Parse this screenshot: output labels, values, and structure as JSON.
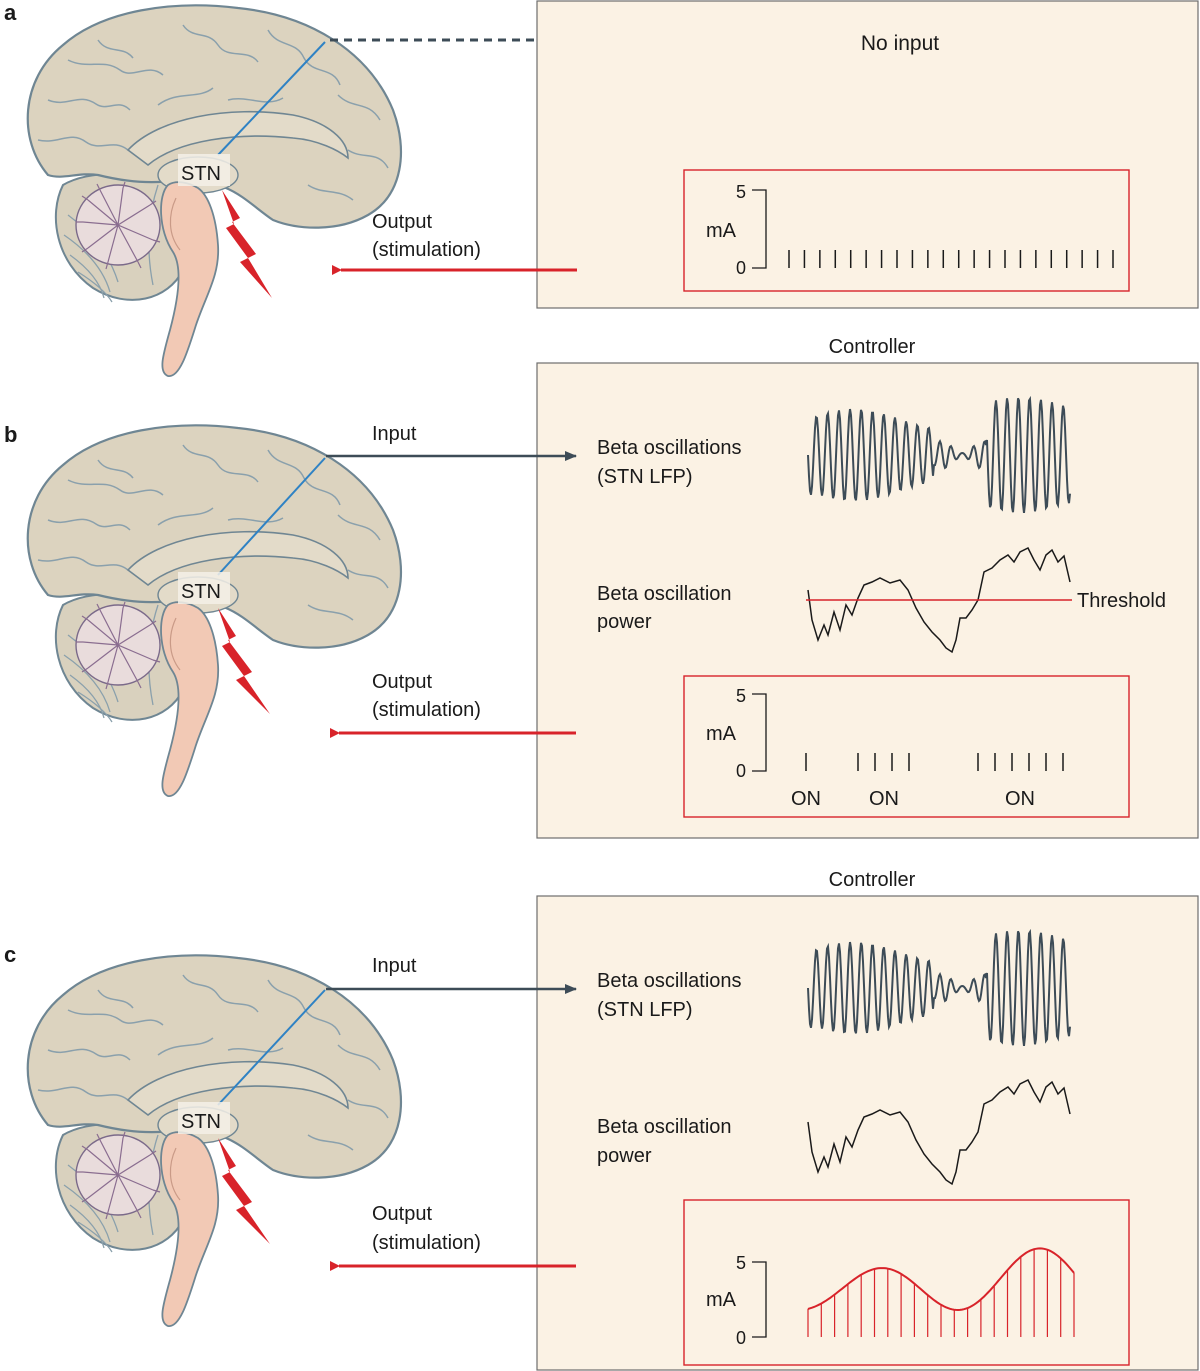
{
  "colors": {
    "panel_fill": "#fbf2e4",
    "panel_stroke": "#6d6d6d",
    "red": "#d8232a",
    "dark_line": "#3d4c57",
    "blue_electrode": "#2f82c4",
    "brain_fill": "#dcd3bf",
    "brain_stroke": "#6f8693",
    "brainstem_fill": "#f2c9b5",
    "cerebellum_fill": "#e9dcdc"
  },
  "panel_a": {
    "letter": "a",
    "stn_label": "STN",
    "status_text": "No input",
    "output_label_line1": "Output",
    "output_label_line2": "(stimulation)",
    "stim_y_max": "5",
    "stim_y_min": "0",
    "stim_unit": "mA",
    "stimulation": {
      "mode": "continuous",
      "pulse_count": 22,
      "amplitude_mA": 1.2
    }
  },
  "panel_b": {
    "letter": "b",
    "stn_label": "STN",
    "controller_title": "Controller",
    "input_label": "Input",
    "beta_label_line1": "Beta oscillations",
    "beta_label_line2": "(STN LFP)",
    "power_label_line1": "Beta oscillation",
    "power_label_line2": "power",
    "threshold_label": "Threshold",
    "output_label_line1": "Output",
    "output_label_line2": "(stimulation)",
    "stim_y_max": "5",
    "stim_y_min": "0",
    "stim_unit": "mA",
    "on_labels": [
      "ON",
      "ON",
      "ON"
    ],
    "stimulation": {
      "mode": "adaptive on/off",
      "bursts": [
        1,
        4,
        6
      ],
      "amplitude_mA": 1.2
    }
  },
  "panel_c": {
    "letter": "c",
    "stn_label": "STN",
    "controller_title": "Controller",
    "input_label": "Input",
    "beta_label_line1": "Beta oscillations",
    "beta_label_line2": "(STN LFP)",
    "power_label_line1": "Beta oscillation",
    "power_label_line2": "power",
    "output_label_line1": "Output",
    "output_label_line2": "(stimulation)",
    "stim_y_max": "5",
    "stim_y_min": "0",
    "stim_unit": "mA",
    "stimulation": {
      "mode": "proportional amplitude",
      "pulse_count": 21
    }
  }
}
